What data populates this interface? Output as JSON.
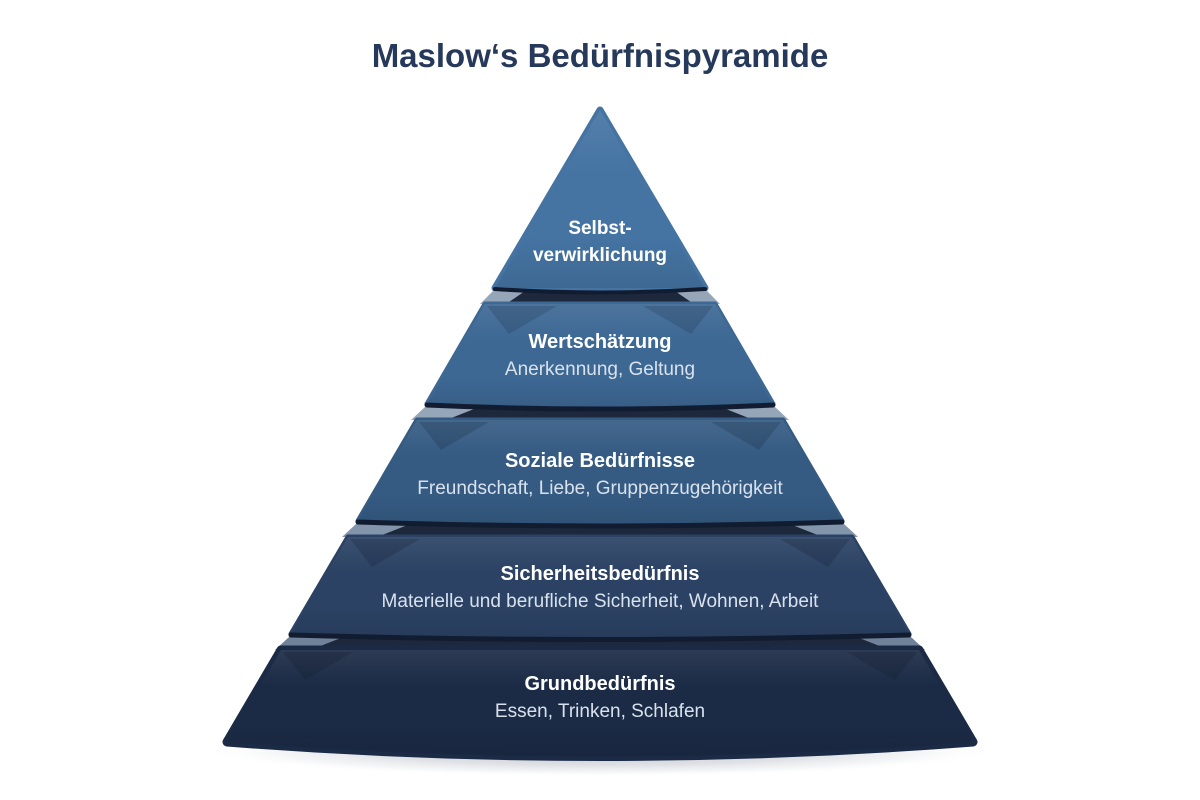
{
  "title": "Maslow‘s Bedürfnispyramide",
  "chart_data": {
    "type": "pyramid",
    "title": "Maslow‘s Bedürfnispyramide",
    "levels_top_to_bottom": [
      {
        "rank": 1,
        "title": "Selbst-verwirklichung",
        "title_lines": [
          "Selbst-",
          "verwirklichung"
        ],
        "subtitle": "",
        "color": "#4574a3"
      },
      {
        "rank": 2,
        "title": "Wertschätzung",
        "subtitle": "Anerkennung, Geltung",
        "color": "#3d6894"
      },
      {
        "rank": 3,
        "title": "Soziale Bedürfnisse",
        "subtitle": "Freundschaft, Liebe, Gruppenzugehörigkeit",
        "color": "#355b83"
      },
      {
        "rank": 4,
        "title": "Sicherheitsbedürfnis",
        "subtitle": "Materielle und berufliche Sicherheit, Wohnen, Arbeit",
        "color": "#2b4264"
      },
      {
        "rank": 5,
        "title": "Grundbedürfnis",
        "subtitle": "Essen, Trinken, Schlafen",
        "color": "#1b2a45"
      }
    ]
  },
  "colors": {
    "background": "#ffffff",
    "title_text": "#26395b",
    "heading_text": "#ffffff",
    "subtitle_text": "#d9e2ec",
    "junction_shadow": "#121c31",
    "top_face_fills": [
      "#95a6b9",
      "#95a6b9",
      "#8295ab",
      "#70829a"
    ],
    "drop_shadow": "#8d95a2"
  }
}
